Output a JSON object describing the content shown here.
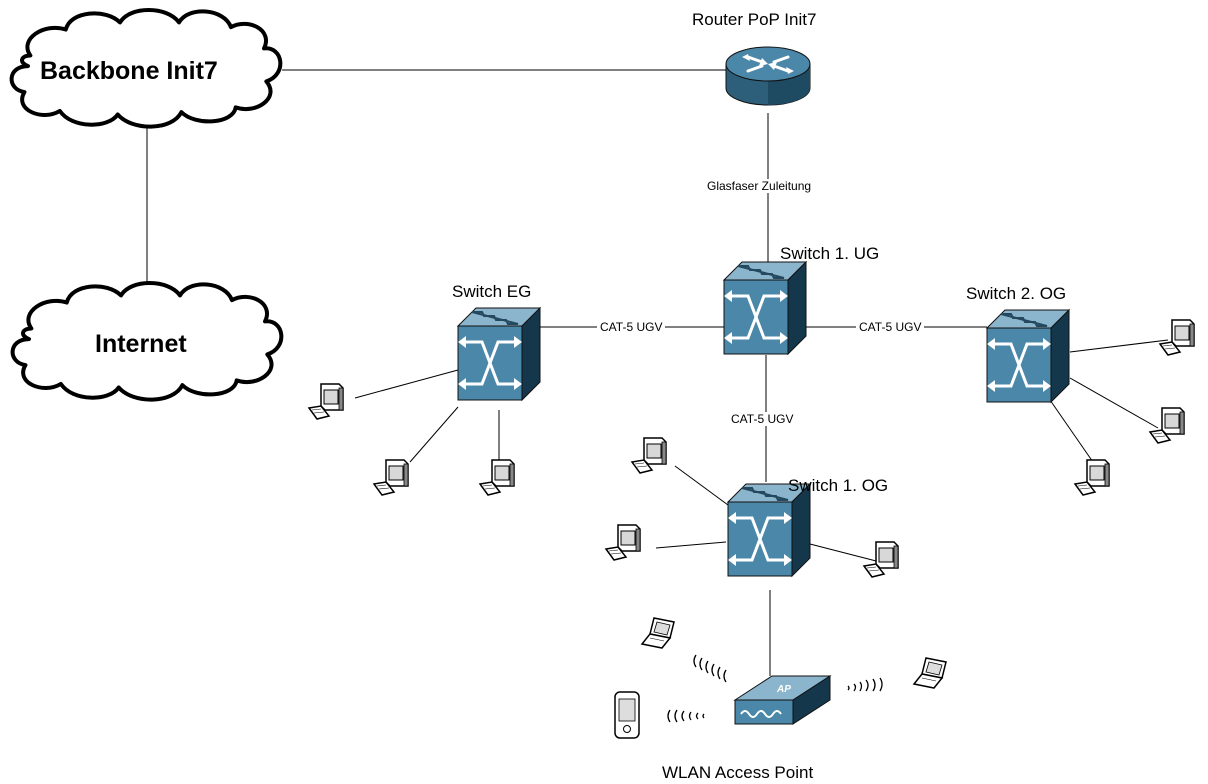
{
  "clouds": {
    "backbone": "Backbone Init7",
    "internet": "Internet"
  },
  "devices": {
    "router": "Router PoP Init7",
    "switch_ug": "Switch 1. UG",
    "switch_eg": "Switch EG",
    "switch_og2": "Switch 2. OG",
    "switch_og1": "Switch 1. OG",
    "access_point": "WLAN Access Point",
    "ap_badge": "AP"
  },
  "links": {
    "fiber": "Glasfaser Zuleitung",
    "cat5_left": "CAT-5 UGV",
    "cat5_right": "CAT-5 UGV",
    "cat5_down": "CAT-5 UGV"
  },
  "colors": {
    "device_front": "#4a87a8",
    "device_side": "#14374c",
    "device_top": "#8bb5cc",
    "line": "#000000"
  }
}
